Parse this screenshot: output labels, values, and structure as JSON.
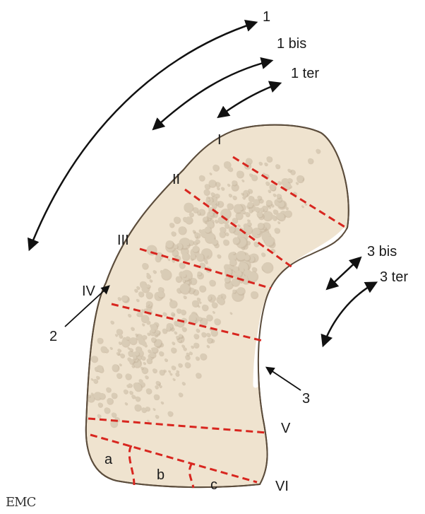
{
  "colors": {
    "bone_fill": "#efe3cf",
    "bone_outline": "#5c4d3c",
    "pore_fill": "#d9ccb6",
    "pore_shadow": "#c4b59c",
    "cut_line": "#d8261f",
    "cartilage_highlight": "#ffffff",
    "arrow": "#111111",
    "text": "#1a1a1a"
  },
  "arrow_labels": {
    "a1": "1",
    "a1bis": "1 bis",
    "a1ter": "1 ter",
    "a3bis": "3 bis",
    "a3ter": "3 ter"
  },
  "pointer_labels": {
    "p2": "2",
    "p3": "3"
  },
  "section_labels": {
    "s1": "I",
    "s2": "II",
    "s3": "III",
    "s4": "IV",
    "s5": "V",
    "s6": "VI"
  },
  "sub_labels": {
    "a": "a",
    "b": "b",
    "c": "c"
  },
  "logo_text": "EMC"
}
